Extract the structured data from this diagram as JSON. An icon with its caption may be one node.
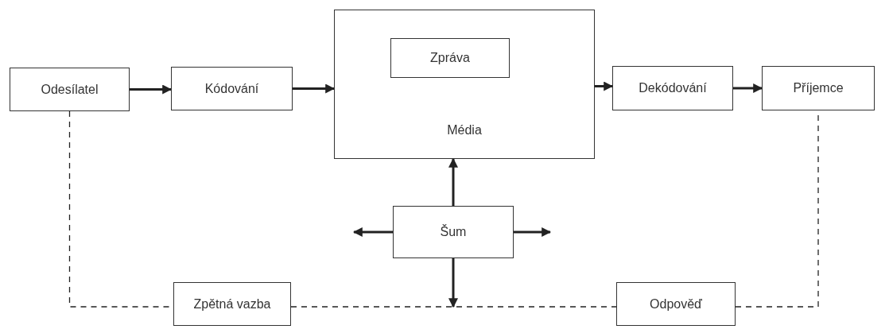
{
  "diagram": {
    "nodes": [
      {
        "text": [
          "Odesílatel"
        ]
      },
      {
        "text": [
          "Kódování"
        ]
      },
      {
        "text": [
          "Média"
        ]
      },
      {
        "text": [
          "Zpráva"
        ],
        "in": 2
      },
      {
        "text": [
          "Dekódování"
        ]
      },
      {
        "text": [
          "Příjemce"
        ]
      },
      {
        "text": [
          "Šum"
        ]
      },
      {
        "text": [
          "Zpětná vazba"
        ]
      },
      {
        "text": [
          "Odpověď"
        ]
      }
    ],
    "edges": [
      {
        "from": 0,
        "to": 1,
        "arrow": "to"
      },
      {
        "from": 1,
        "to": 2,
        "arrow": "to"
      },
      {
        "from": 2,
        "to": 4,
        "arrow": "to"
      },
      {
        "from": 4,
        "to": 5,
        "arrow": "to"
      },
      {
        "from": 6,
        "to": 2,
        "arrow": "to"
      },
      {
        "from": 6,
        "to": null,
        "arrow": "to"
      },
      {
        "from": 6,
        "to": null,
        "arrow": "to"
      },
      {
        "from": 6,
        "to": null,
        "arrow": "to"
      },
      {
        "from": 0,
        "to": 7,
        "arrow": "none",
        "style": "dashed"
      },
      {
        "from": 7,
        "to": 8,
        "arrow": "none",
        "style": "dashed"
      },
      {
        "from": 8,
        "to": 5,
        "arrow": "none",
        "style": "dashed"
      }
    ]
  }
}
